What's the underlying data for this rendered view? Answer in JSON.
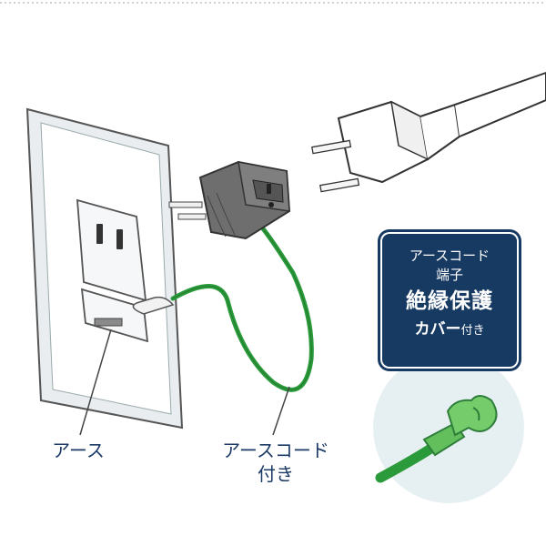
{
  "labels": {
    "earth": "アース",
    "cord_line1": "アースコード",
    "cord_line2": "付き"
  },
  "badge": {
    "line1": "アースコード",
    "line2": "端子",
    "line3": "絶縁保護",
    "line4_main": "カバー",
    "line4_small": "付き"
  },
  "colors": {
    "badge_bg": "#173a63",
    "cord_green": "#2a9a3a",
    "label_text": "#1c3a66",
    "circle_bg": "#e6f0f2"
  }
}
